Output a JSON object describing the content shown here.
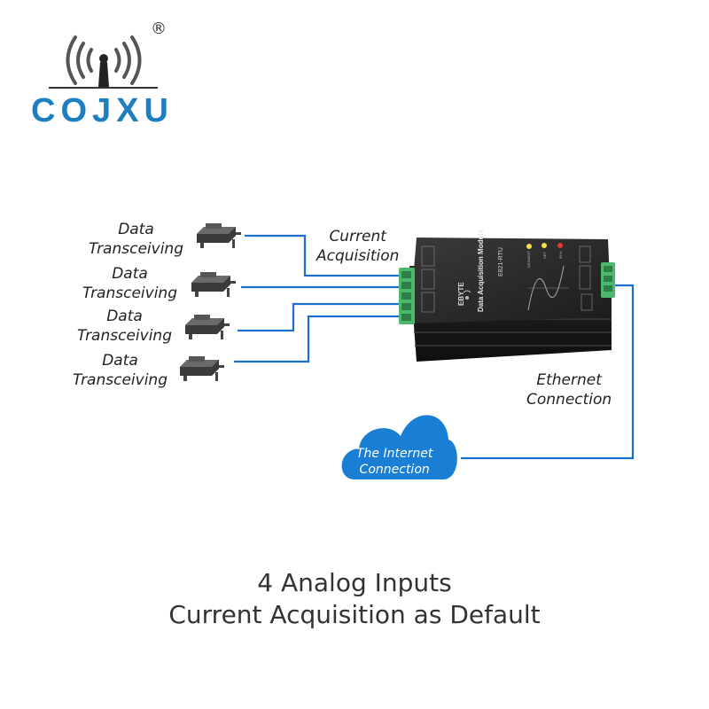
{
  "brand": {
    "name": "COJXU",
    "registered_mark": "®",
    "color": "#1d7fc2"
  },
  "sensors": [
    {
      "label": "Data\nTransceiving"
    },
    {
      "label": "Data\nTransceiving"
    },
    {
      "label": "Data\nTransceiving"
    },
    {
      "label": "Data\nTransceiving"
    }
  ],
  "labels": {
    "current_acquisition": "Current\nAcquisition",
    "ethernet_connection": "Ethernet\nConnection"
  },
  "cloud": {
    "line1": "The Internet",
    "line2": "Connection",
    "color": "#1a7fd4"
  },
  "device": {
    "brand": "EBYTE",
    "title": "Data Acquisition Module",
    "model": "E821-RTU",
    "leds": [
      "DATA/RST",
      "NET",
      "RUN"
    ]
  },
  "captions": {
    "line1": "4 Analog Inputs",
    "line2": "Current Acquisition as Default"
  },
  "colors": {
    "wire": "#1a6fd0",
    "device_body": "#1b1b1b",
    "terminal": "#4cb86c"
  }
}
